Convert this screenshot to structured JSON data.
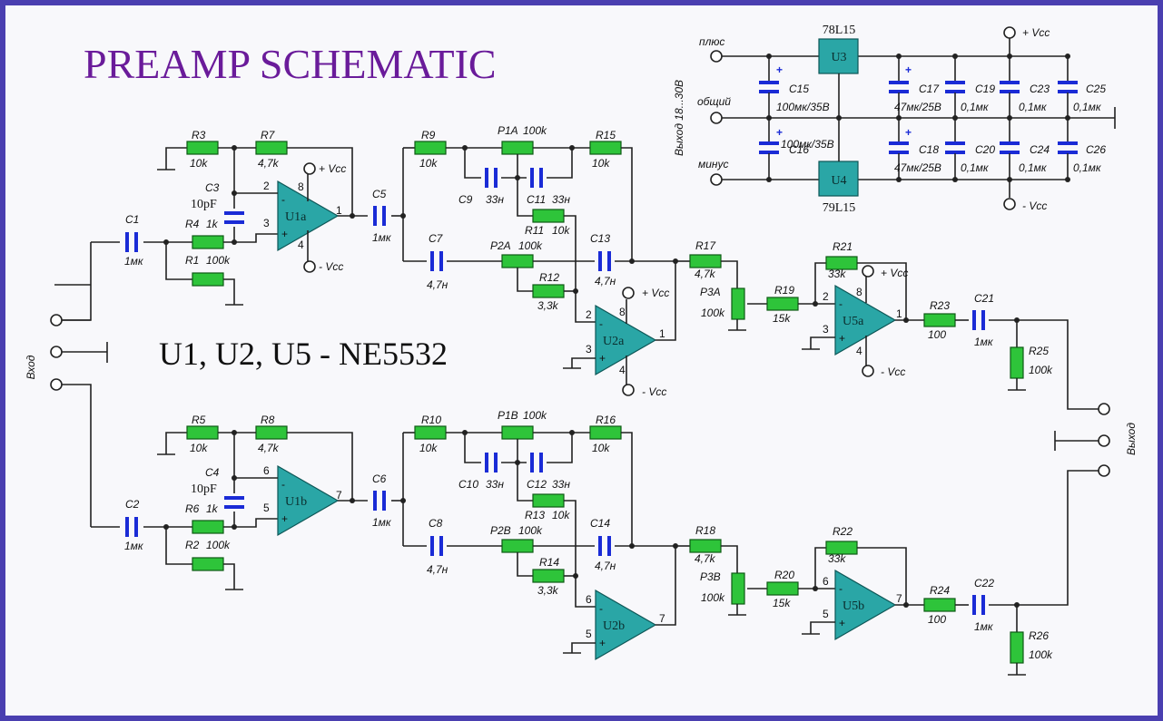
{
  "title": "PREAMP SCHEMATIC",
  "opamp_note": "U1, U2, U5 - NE5532",
  "input_label": "Вход",
  "output_label": "Выход",
  "psu": {
    "side_label": "Выход 18...30В",
    "terminals": [
      "плюс",
      "общий",
      "минус"
    ],
    "regulators": [
      {
        "id": "U3",
        "part": "78L15"
      },
      {
        "id": "U4",
        "part": "79L15"
      }
    ],
    "caps": [
      {
        "name": "C15",
        "value": "100мк/35В"
      },
      {
        "name": "C16",
        "value": "100мк/35В"
      },
      {
        "name": "C17",
        "value": "47мк/25В"
      },
      {
        "name": "C18",
        "value": "47мк/25В"
      },
      {
        "name": "C19",
        "value": "0,1мк"
      },
      {
        "name": "C20",
        "value": "0,1мк"
      },
      {
        "name": "C23",
        "value": "0,1мк"
      },
      {
        "name": "C24",
        "value": "0,1мк"
      },
      {
        "name": "C25",
        "value": "0,1мк"
      },
      {
        "name": "C26",
        "value": "0,1мк"
      }
    ],
    "vcc_pos": "+ Vcc",
    "vcc_neg": "- Vcc"
  },
  "supply_labels": {
    "pos": "+ Vcc",
    "neg": "- Vcc"
  },
  "channel_a": {
    "C1": {
      "name": "C1",
      "value": "1мк"
    },
    "R1": {
      "name": "R1",
      "value": "100k"
    },
    "R4": {
      "name": "R4",
      "value": "1k"
    },
    "C3": {
      "name": "C3",
      "value": "10pF"
    },
    "R3": {
      "name": "R3",
      "value": "10k"
    },
    "R7": {
      "name": "R7",
      "value": "4,7k"
    },
    "U1": {
      "name": "U1a",
      "pins": [
        "2",
        "3",
        "8",
        "4",
        "1"
      ]
    },
    "C5": {
      "name": "C5",
      "value": "1мк"
    },
    "R9": {
      "name": "R9",
      "value": "10k"
    },
    "P1": {
      "name": "P1A",
      "value": "100k"
    },
    "R15": {
      "name": "R15",
      "value": "10k"
    },
    "C9": {
      "name": "C9",
      "value": "33н"
    },
    "C11": {
      "name": "C11",
      "value": "33н"
    },
    "R11": {
      "name": "R11",
      "value": "10k"
    },
    "C7": {
      "name": "C7",
      "value": "4,7н"
    },
    "P2": {
      "name": "P2A",
      "value": "100k"
    },
    "C13": {
      "name": "C13",
      "value": "4,7н"
    },
    "R12": {
      "name": "R12",
      "value": "3,3k"
    },
    "U2": {
      "name": "U2a",
      "pins": [
        "2",
        "3",
        "8",
        "4",
        "1"
      ]
    },
    "R17": {
      "name": "R17",
      "value": "4,7k"
    },
    "P3": {
      "name": "P3A",
      "value": "100k"
    },
    "R19": {
      "name": "R19",
      "value": "15k"
    },
    "R21": {
      "name": "R21",
      "value": "33k"
    },
    "U5": {
      "name": "U5a",
      "pins": [
        "2",
        "3",
        "8",
        "4",
        "1"
      ]
    },
    "R23": {
      "name": "R23",
      "value": "100"
    },
    "C21": {
      "name": "C21",
      "value": "1мк"
    },
    "R25": {
      "name": "R25",
      "value": "100k"
    }
  },
  "channel_b": {
    "C1": {
      "name": "C2",
      "value": "1мк"
    },
    "R1": {
      "name": "R2",
      "value": "100k"
    },
    "R4": {
      "name": "R6",
      "value": "1k"
    },
    "C3": {
      "name": "C4",
      "value": "10pF"
    },
    "R3": {
      "name": "R5",
      "value": "10k"
    },
    "R7": {
      "name": "R8",
      "value": "4,7k"
    },
    "U1": {
      "name": "U1b",
      "pins": [
        "6",
        "5",
        "",
        "",
        "7"
      ]
    },
    "C5": {
      "name": "C6",
      "value": "1мк"
    },
    "R9": {
      "name": "R10",
      "value": "10k"
    },
    "P1": {
      "name": "P1B",
      "value": "100k"
    },
    "R15": {
      "name": "R16",
      "value": "10k"
    },
    "C9": {
      "name": "C10",
      "value": "33н"
    },
    "C11": {
      "name": "C12",
      "value": "33н"
    },
    "R11": {
      "name": "R13",
      "value": "10k"
    },
    "C7": {
      "name": "C8",
      "value": "4,7н"
    },
    "P2": {
      "name": "P2B",
      "value": "100k"
    },
    "C13": {
      "name": "C14",
      "value": "4,7н"
    },
    "R12": {
      "name": "R14",
      "value": "3,3k"
    },
    "U2": {
      "name": "U2b",
      "pins": [
        "6",
        "5",
        "",
        "",
        "7"
      ]
    },
    "R17": {
      "name": "R18",
      "value": "4,7k"
    },
    "P3": {
      "name": "P3B",
      "value": "100k"
    },
    "R19": {
      "name": "R20",
      "value": "15k"
    },
    "R21": {
      "name": "R22",
      "value": "33k"
    },
    "U5": {
      "name": "U5b",
      "pins": [
        "6",
        "5",
        "",
        "",
        "7"
      ]
    },
    "R23": {
      "name": "R24",
      "value": "100"
    },
    "C21": {
      "name": "C22",
      "value": "1мк"
    },
    "R25": {
      "name": "R26",
      "value": "100k"
    }
  },
  "colors": {
    "resistor": "#2ec43a",
    "capacitor": "#1a2bd6",
    "opamp": "#2aa6a6",
    "title": "#6a1b9a",
    "frame": "#4a3fb0"
  }
}
